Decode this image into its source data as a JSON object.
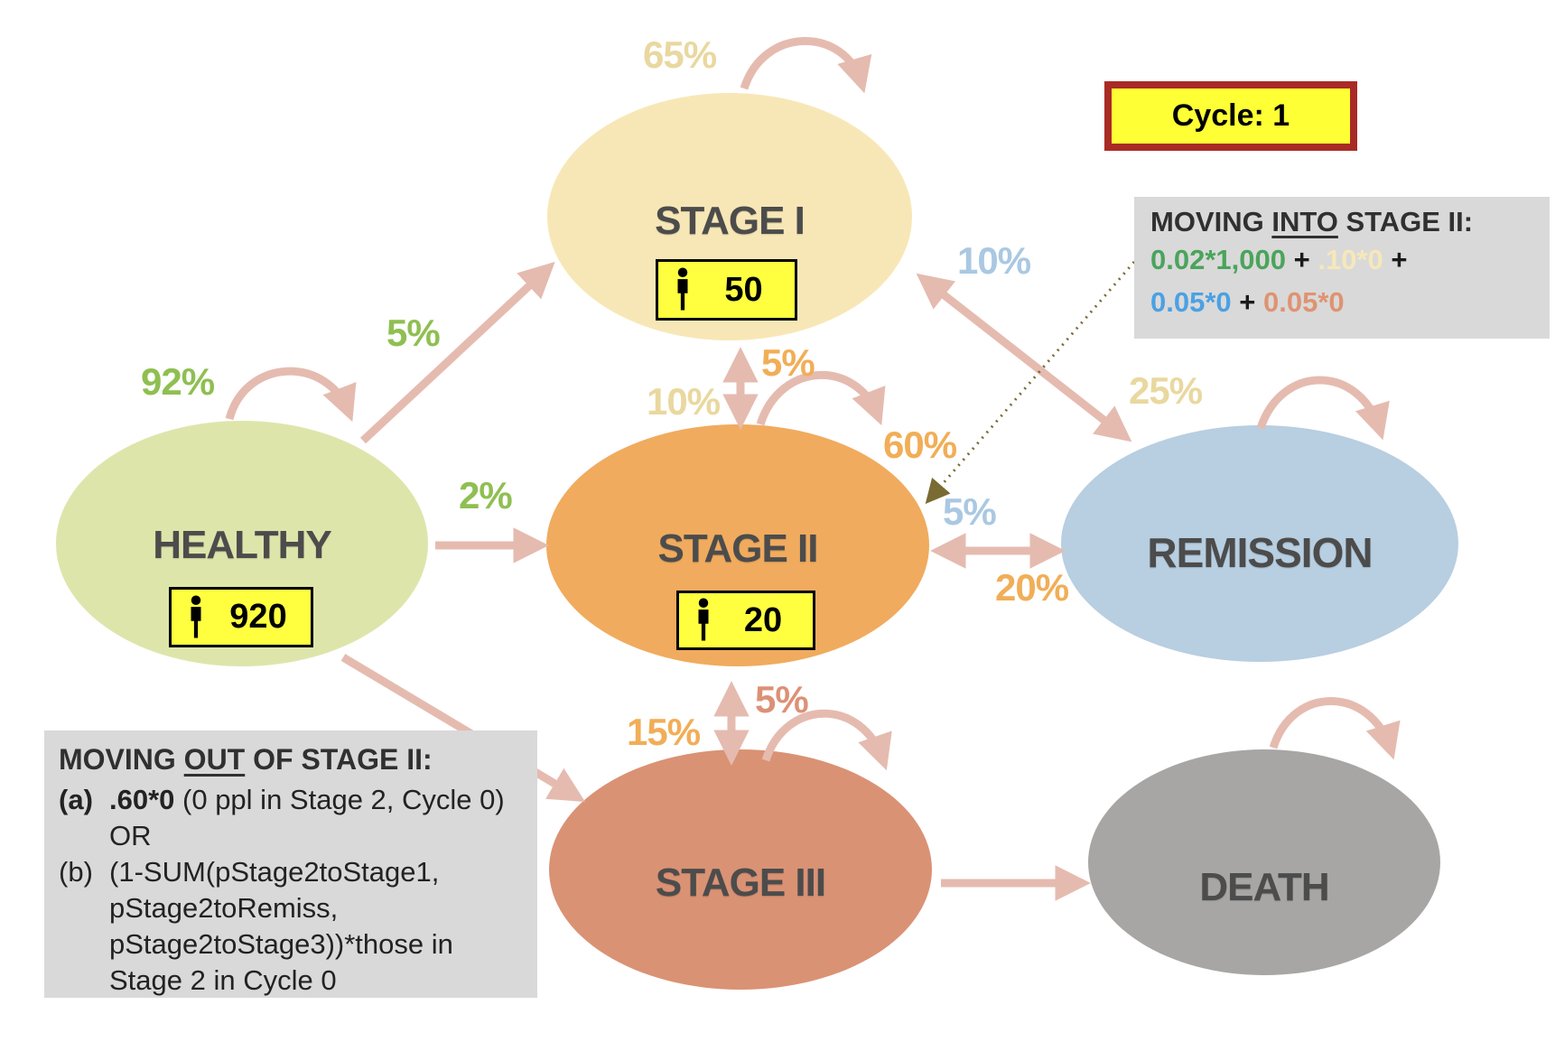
{
  "cycle": {
    "label": "Cycle: 1"
  },
  "states": {
    "stage1": {
      "name": "STAGE I",
      "count": "50"
    },
    "healthy": {
      "name": "HEALTHY",
      "count": "920"
    },
    "stage2": {
      "name": "STAGE II",
      "count": "20"
    },
    "remission": {
      "name": "REMISSION"
    },
    "stage3": {
      "name": "STAGE III"
    },
    "death": {
      "name": "DEATH"
    }
  },
  "labels": {
    "stage1_self": "65%",
    "healthy_self": "92%",
    "healthy_to_stage1": "5%",
    "healthy_to_stage2": "2%",
    "stage1_to_stage2": "10%",
    "stage2_to_stage1": "5%",
    "stage2_self": "60%",
    "remission_to_stage1": "10%",
    "stage1_to_remission": "25%",
    "remission_to_stage2": "5%",
    "stage2_to_remission": "20%",
    "stage2_to_stage3": "15%",
    "stage3_to_stage2": "5%"
  },
  "into": {
    "title_pre": "MOVING ",
    "title_mid": "INTO",
    "title_post": " STAGE II:",
    "f1": "0.02*1,000",
    "p1": " + ",
    "f2": ".10*0",
    "p2": " +",
    "f3": "0.05*0",
    "p3": " + ",
    "f4": "0.05*0"
  },
  "out": {
    "title_pre": "MOVING ",
    "title_mid": "OUT",
    "title_post": " OF STAGE II:",
    "a_label": "(a)",
    "a_bold": ".60*0",
    "a_rest": " (0 ppl in Stage 2, Cycle 0)",
    "or_text": "OR",
    "b_label": "(b)",
    "b1": "(1-SUM(pStage2toStage1,",
    "b2": "pStage2toRemiss,",
    "b3": "pStage2toStage3))*those in",
    "b4": "Stage 2 in Cycle 0"
  },
  "icons": {
    "count_icon": "person-icon"
  },
  "colors": {
    "healthy_fill": "#dee5ab",
    "stage1_fill": "#f8e7b6",
    "stage2_fill": "#f0ab5e",
    "remission_fill": "#b8cee1",
    "stage3_fill": "#da9274",
    "death_fill": "#a7a6a4",
    "label_green": "#8fbf51",
    "label_pale_yellow": "#e9d89f",
    "label_orange": "#f1ae57",
    "label_blue": "#aac8e2",
    "label_salmon": "#dc9177",
    "arrow_pink": "#e5bbb0",
    "dotted_olive": "#7a6b33",
    "cycle_fill": "#ffff35",
    "cycle_border": "#a92b25",
    "count_box_fill": "#ffff40",
    "info_box_fill": "#d9d9d9"
  }
}
